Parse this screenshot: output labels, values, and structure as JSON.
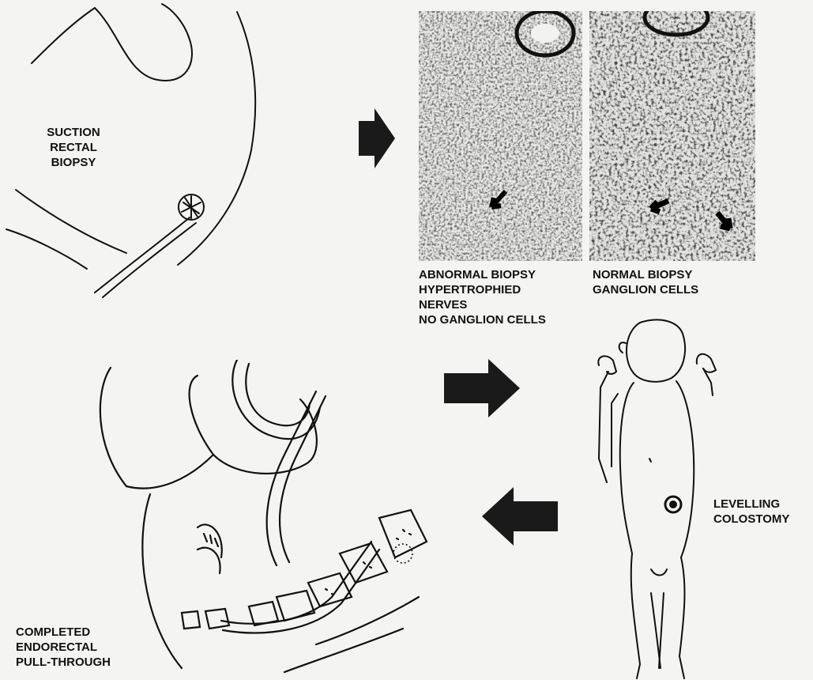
{
  "labels": {
    "suction_biopsy": "SUCTION\nRECTAL\nBIOPSY",
    "abnormal_biopsy": "ABNORMAL BIOPSY\nHYPERTROPHIED\nNERVES\nNO GANGLION CELLS",
    "normal_biopsy": "NORMAL BIOPSY\nGANGLION CELLS",
    "levelling_colostomy": "LEVELLING\nCOLOSTOMY",
    "completed_pullthrough": "COMPLETED\nENDORECTAL\nPULL-THROUGH"
  },
  "colors": {
    "ink": "#111111",
    "background": "#f4f4f2",
    "ghost_text": "#c9c9c6"
  },
  "icons": {
    "arrow_1": "arrow-right-icon",
    "arrow_2": "arrow-right-icon",
    "arrow_3": "arrow-left-icon"
  }
}
